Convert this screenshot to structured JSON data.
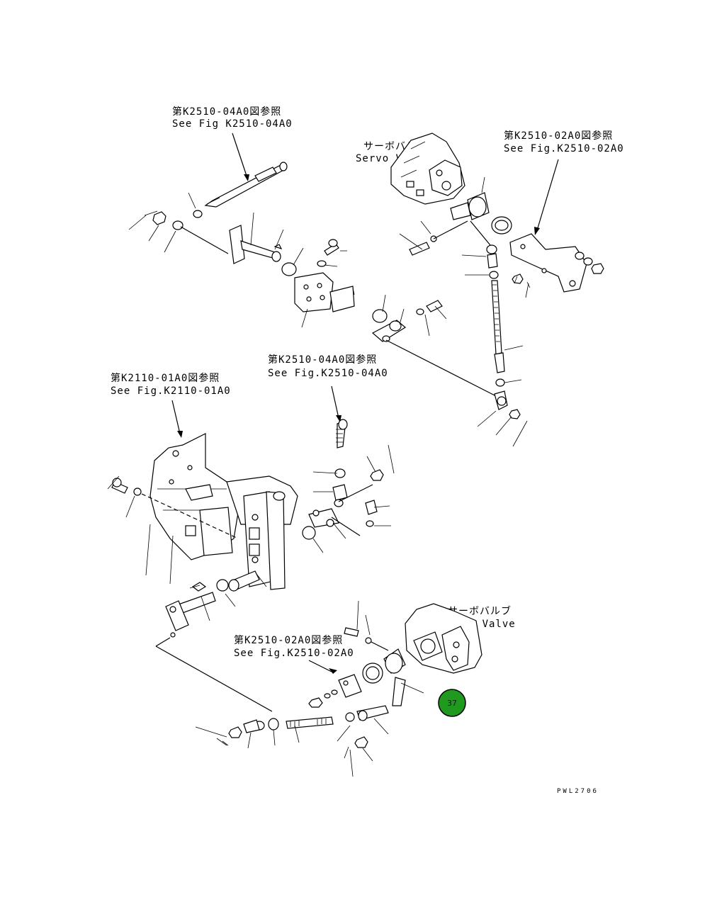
{
  "references": {
    "ref_top": {
      "jp": "第K2510-04A0図参照",
      "en": "See Fig K2510-04A0"
    },
    "ref_right": {
      "jp": "第K2510-02A0図参照",
      "en": "See Fig.K2510-02A0"
    },
    "ref_mid": {
      "jp": "第K2510-04A0図参照",
      "en": "See Fig.K2510-04A0"
    },
    "ref_left": {
      "jp": "第K2110-01A0図参照",
      "en": "See Fig.K2110-01A0"
    },
    "ref_bottom": {
      "jp": "第K2510-02A0図参照",
      "en": "See Fig.K2510-02A0"
    }
  },
  "servo_top": {
    "jp": "サーボバルブ",
    "en": "Servo Valve"
  },
  "servo_bottom": {
    "jp": "サーボバルブ",
    "en": "Servo Valve"
  },
  "badge": {
    "label": "37",
    "color": "#1f9a1f"
  },
  "code": "PWL2706"
}
